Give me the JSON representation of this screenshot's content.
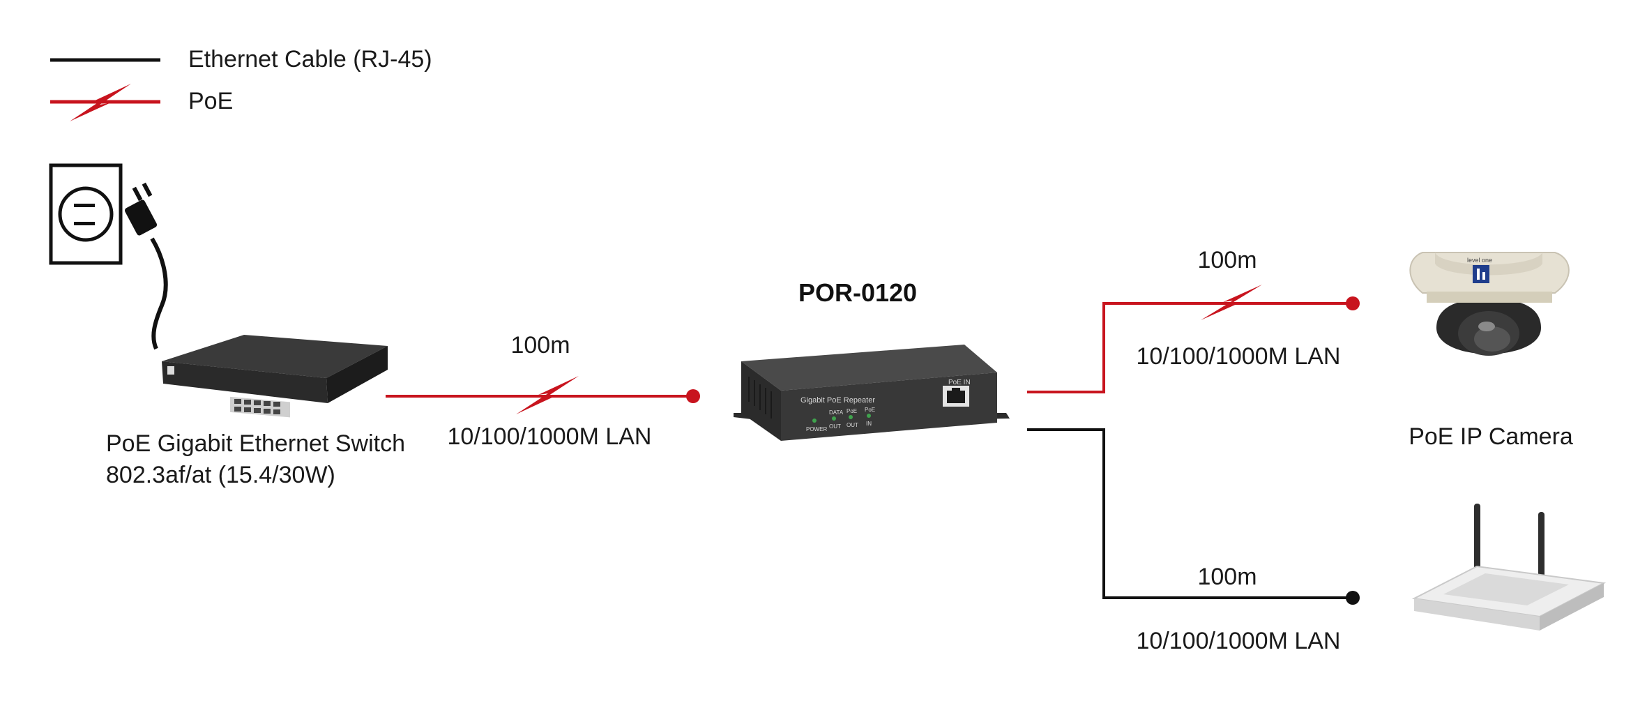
{
  "legend": {
    "ethernet_label": "Ethernet Cable (RJ-45)",
    "poe_label": "PoE"
  },
  "devices": {
    "switch": {
      "name": "PoE Gigabit Ethernet Switch",
      "spec": "802.3af/at (15.4/30W)"
    },
    "repeater": {
      "model": "POR-0120",
      "face_label": "Gigabit PoE Repeater",
      "port_label": "PoE IN",
      "led_labels": [
        "POWER",
        "DATA",
        "OUT",
        "PoE",
        "OUT",
        "PoE",
        "IN"
      ]
    },
    "camera": {
      "name": "PoE IP Camera",
      "brand_text": "level one"
    },
    "router": {
      "name": ""
    }
  },
  "links": {
    "switch_to_repeater": {
      "distance": "100m",
      "speed": "10/100/1000M LAN"
    },
    "repeater_to_camera": {
      "distance": "100m",
      "speed": "10/100/1000M LAN"
    },
    "repeater_to_router": {
      "distance": "100m",
      "speed": "10/100/1000M LAN"
    }
  },
  "colors": {
    "poe": "#c8141e",
    "ethernet": "#111111"
  }
}
